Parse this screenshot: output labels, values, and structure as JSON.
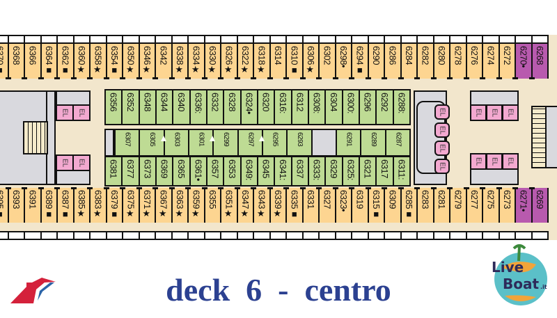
{
  "title": "deck  6  -  centro",
  "colors": {
    "standard": "#FDD591",
    "suite": "#B85AAE",
    "interior": "#BEDB94",
    "service": "#D9D9DE",
    "elevator": "#F3A9D0",
    "deck": "#F2E6CC",
    "title": "#2C4191"
  },
  "elevator_label": "EL",
  "outer_top": [
    {
      "n": "6370■"
    },
    {
      "n": "6368"
    },
    {
      "n": "6366"
    },
    {
      "n": "6364■"
    },
    {
      "n": "6362■"
    },
    {
      "n": "6360★"
    },
    {
      "n": "6358★"
    },
    {
      "n": "6354■"
    },
    {
      "n": "6350★"
    },
    {
      "n": "6346★"
    },
    {
      "n": "6342"
    },
    {
      "n": "6338★"
    },
    {
      "n": "6334★"
    },
    {
      "n": "6330★"
    },
    {
      "n": "6326★"
    },
    {
      "n": "6322★"
    },
    {
      "n": "6318★"
    },
    {
      "n": "6314"
    },
    {
      "n": "6310■"
    },
    {
      "n": "6306★"
    },
    {
      "n": "6302"
    },
    {
      "n": "6298•"
    },
    {
      "n": "6294■"
    },
    {
      "n": "6290"
    },
    {
      "n": "6286"
    },
    {
      "n": "6284"
    },
    {
      "n": "6282"
    },
    {
      "n": "6280"
    },
    {
      "n": "6278"
    },
    {
      "n": "6276"
    },
    {
      "n": "6274"
    },
    {
      "n": "6272"
    },
    {
      "n": "6270•",
      "type": "suite"
    },
    {
      "n": "6268",
      "type": "suite"
    }
  ],
  "outer_bottom": [
    {
      "n": "6395■"
    },
    {
      "n": "6393"
    },
    {
      "n": "6391"
    },
    {
      "n": "6389■"
    },
    {
      "n": "6387■"
    },
    {
      "n": "6385★"
    },
    {
      "n": "6383★"
    },
    {
      "n": "6379■"
    },
    {
      "n": "6375★"
    },
    {
      "n": "6371★"
    },
    {
      "n": "6367★"
    },
    {
      "n": "6363★"
    },
    {
      "n": "6359★"
    },
    {
      "n": "6355"
    },
    {
      "n": "6351★"
    },
    {
      "n": "6347★"
    },
    {
      "n": "6343★"
    },
    {
      "n": "6339★"
    },
    {
      "n": "6335■"
    },
    {
      "n": "6331"
    },
    {
      "n": "6327"
    },
    {
      "n": "6323•"
    },
    {
      "n": "6319"
    },
    {
      "n": "6315■"
    },
    {
      "n": "6309"
    },
    {
      "n": "6285■"
    },
    {
      "n": "6283"
    },
    {
      "n": "6281"
    },
    {
      "n": "6279"
    },
    {
      "n": "6277"
    },
    {
      "n": "6275"
    },
    {
      "n": "6273"
    },
    {
      "n": "6271•",
      "type": "suite"
    },
    {
      "n": "6269",
      "type": "suite"
    }
  ],
  "inner_row_1": [
    "6356",
    "6352",
    "6348",
    "6344",
    "6340",
    "6336:",
    "6332",
    "6328",
    "6324•",
    "6320",
    "6316:",
    "6312",
    "6308:",
    "6304",
    "6300:",
    "6296",
    "6292",
    "6288:"
  ],
  "inner_row_2": [
    "6307",
    "6305",
    "6303",
    "6301",
    "6299",
    "6297",
    "6295",
    "6293",
    "",
    "6291",
    "6289",
    "6287"
  ],
  "inner_row_3": [
    "6381",
    "6377",
    "6373",
    "6369",
    "6365",
    "6361•",
    "6357",
    "6353",
    "6349:",
    "6345",
    "6341:",
    "6337",
    "6333:",
    "6329",
    "6325:",
    "6321",
    "6317",
    "6311:"
  ],
  "logos": {
    "cruise_line": "funnel logo",
    "site": "Live Boat.it"
  }
}
